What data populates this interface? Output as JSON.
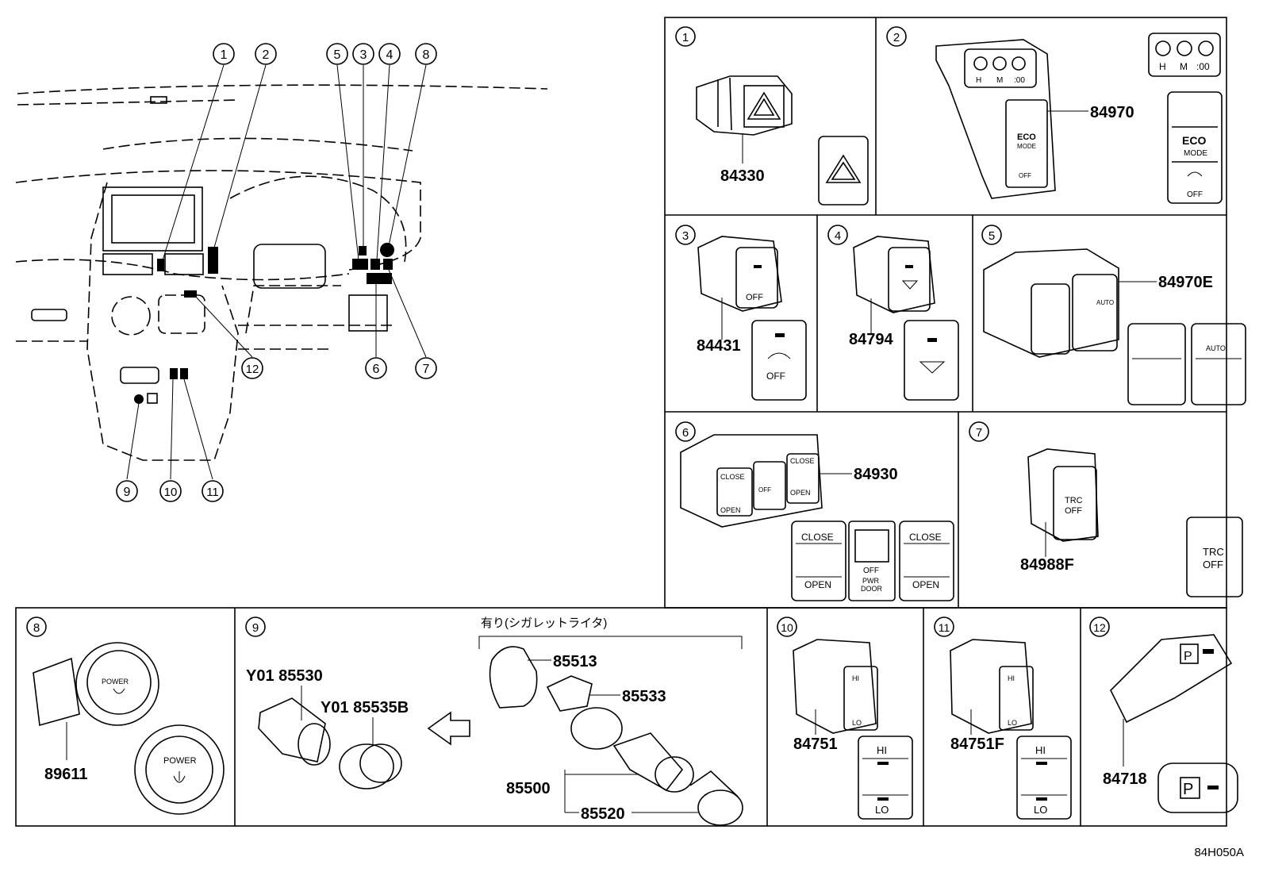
{
  "overview": {
    "callouts": [
      "1",
      "2",
      "3",
      "4",
      "5",
      "6",
      "7",
      "8",
      "9",
      "10",
      "11",
      "12"
    ]
  },
  "panels": {
    "p1": {
      "num": "1",
      "part": "84330"
    },
    "p2": {
      "num": "2",
      "part": "84970",
      "clock": {
        "h": "H",
        "m": "M",
        "s": ":00"
      },
      "eco": "ECO",
      "mode": "MODE",
      "off": "OFF",
      "sw_h": "H",
      "sw_m": "M",
      "sw_s": ":00",
      "sw_eco": "ECO",
      "sw_mode": "MODE",
      "sw_off": "OFF"
    },
    "p3": {
      "num": "3",
      "part": "84431",
      "off": "OFF",
      "sw_off": "OFF"
    },
    "p4": {
      "num": "4",
      "part": "84794"
    },
    "p5": {
      "num": "5",
      "part": "84970E",
      "auto": "AUTO",
      "sw_auto": "AUTO"
    },
    "p6": {
      "num": "6",
      "part": "84930",
      "close": "CLOSE",
      "open": "OPEN",
      "off": "OFF",
      "pwr": "PWR",
      "door": "DOOR",
      "sw_close": "CLOSE",
      "sw_open": "OPEN"
    },
    "p7": {
      "num": "7",
      "part": "84988F",
      "trc": "TRC",
      "off": "OFF",
      "sw_trc": "TRC",
      "sw_off": "OFF"
    },
    "p8": {
      "num": "8",
      "part": "89611",
      "power": "POWER",
      "sw_power": "POWER"
    },
    "p9": {
      "num": "9",
      "part_a": "Y01 85530",
      "part_b": "Y01 85535B",
      "header": "有り(シガレットライタ)",
      "p85513": "85513",
      "p85533": "85533",
      "p85500": "85500",
      "p85520": "85520"
    },
    "p10": {
      "num": "10",
      "part": "84751",
      "hi": "HI",
      "lo": "LO",
      "sw_hi": "HI",
      "sw_lo": "LO"
    },
    "p11": {
      "num": "11",
      "part": "84751F",
      "hi": "HI",
      "lo": "LO",
      "sw_hi": "HI",
      "sw_lo": "LO"
    },
    "p12": {
      "num": "12",
      "part": "84718",
      "p": "P",
      "sw_p": "P"
    }
  },
  "footer": {
    "code": "84H050A"
  }
}
